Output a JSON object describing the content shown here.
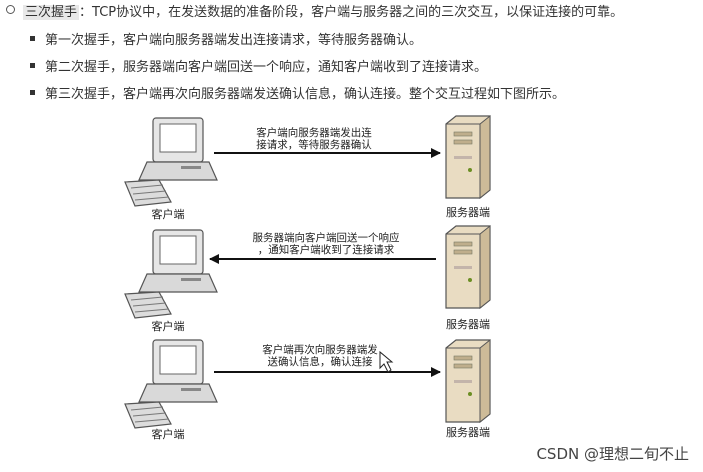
{
  "intro": {
    "term": "三次握手",
    "text": "：TCP协议中，在发送数据的准备阶段，客户端与服务器之间的三次交互，以保证连接的可靠。"
  },
  "bullets": [
    "第一次握手，客户端向服务器端发出连接请求，等待服务器确认。",
    "第二次握手，服务器端向客户端回送一个响应，通知客户端收到了连接请求。",
    "第三次握手，客户端再次向服务器端发送确认信息，确认连接。整个交互过程如下图所示。"
  ],
  "diagram": {
    "rows": [
      {
        "client_label": "客户端",
        "server_label": "服务器端",
        "direction": "right",
        "message_line1": "客户端向服务器端发出连",
        "message_line2": "接请求，等待服务器确认"
      },
      {
        "client_label": "客户端",
        "server_label": "服务器端",
        "direction": "left",
        "message_line1": "服务器端向客户端回送一个响应",
        "message_line2": "，通知客户端收到了连接请求"
      },
      {
        "client_label": "客户端",
        "server_label": "服务器端",
        "direction": "right",
        "message_line1": "客户端再次向服务器端发",
        "message_line2": "送确认信息，确认连接"
      }
    ]
  },
  "watermark": "CSDN @理想二旬不止",
  "colors": {
    "text": "#333333",
    "term_highlight": "#e8e8e8",
    "server_body": "#e9dcc2",
    "monitor_body": "#e6e6e6",
    "screen": "#ffffff"
  }
}
